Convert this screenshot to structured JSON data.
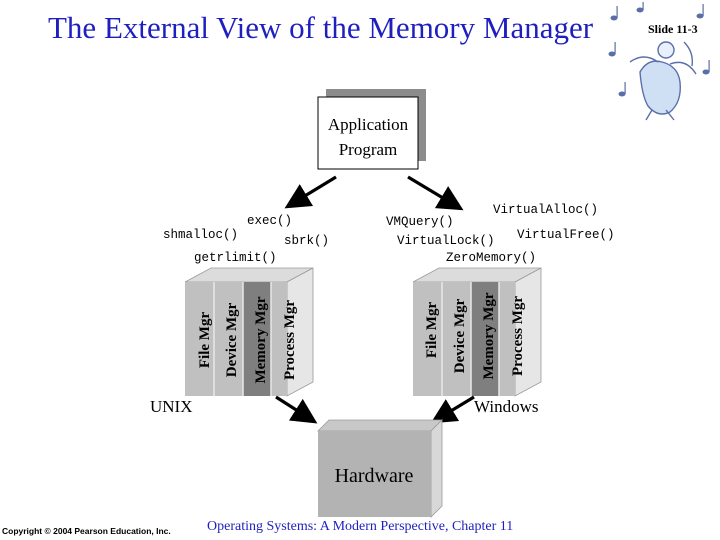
{
  "title": "The External View of the Memory Manager",
  "slide_number": "Slide 11-3",
  "application": {
    "line1": "Application",
    "line2": "Program"
  },
  "hardware_label": "Hardware",
  "stacks": {
    "unix": {
      "label": "UNIX",
      "modules": [
        "File Mgr",
        "Device Mgr",
        "Memory Mgr",
        "Process Mgr"
      ]
    },
    "windows": {
      "label": "Windows",
      "modules": [
        "File Mgr",
        "Device Mgr",
        "Memory Mgr",
        "Process Mgr"
      ]
    }
  },
  "unix_calls": [
    "exec()",
    "shmalloc()",
    "sbrk()",
    "getrlimit()"
  ],
  "windows_calls": [
    "VirtualAlloc()",
    "VMQuery()",
    "VirtualFree()",
    "VirtualLock()",
    "ZeroMemory()"
  ],
  "colors": {
    "title": "#1f1fbf",
    "panel_light": "#c0c0c0",
    "panel_dark": "#7f7f7f",
    "shadow": "#8c8c8c"
  },
  "footer": {
    "copyright": "Copyright © 2004 Pearson Education, Inc.",
    "course": "Operating Systems: A Modern Perspective, Chapter 11"
  }
}
